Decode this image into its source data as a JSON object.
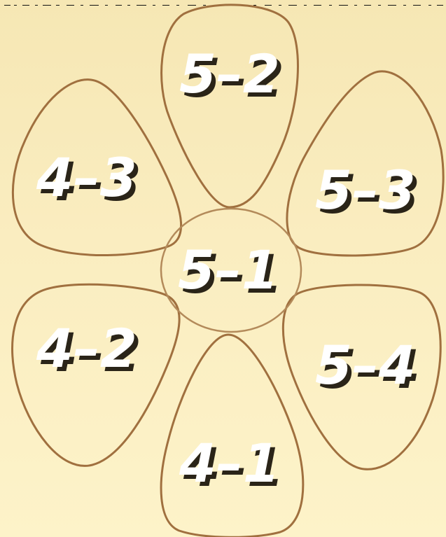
{
  "flower": {
    "petals": [
      {
        "id": "top",
        "expression": "5–2"
      },
      {
        "id": "upper-left",
        "expression": "4–3"
      },
      {
        "id": "upper-right",
        "expression": "5–3"
      },
      {
        "id": "lower-left",
        "expression": "4–2"
      },
      {
        "id": "lower-right",
        "expression": "5–4"
      },
      {
        "id": "bottom",
        "expression": "4–1"
      }
    ],
    "center": {
      "expression": "5–1"
    }
  },
  "colors": {
    "background": "#fbeec1",
    "outline": "#a0703f",
    "text": "#ffffff",
    "text_shadow": "#2a2418"
  }
}
